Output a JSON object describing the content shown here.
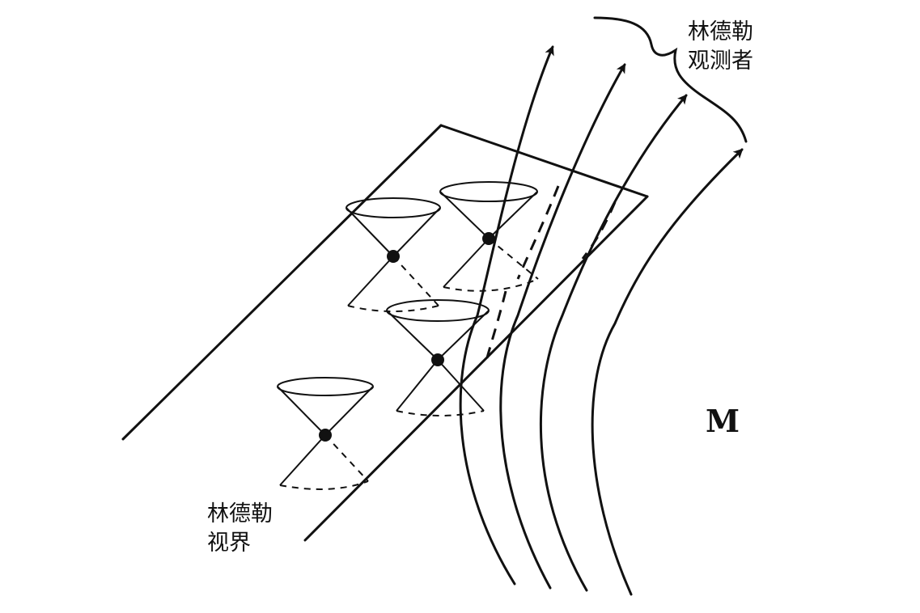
{
  "labels": {
    "observers": {
      "line1": "林德勒",
      "line2": "观测者"
    },
    "horizon": {
      "line1": "林德勒",
      "line2": "视界"
    },
    "manifold": "M"
  },
  "colors": {
    "ink": "#111111",
    "background": "#ffffff"
  },
  "figure": {
    "observer_worldline_count": 4,
    "light_cone_count": 4
  }
}
